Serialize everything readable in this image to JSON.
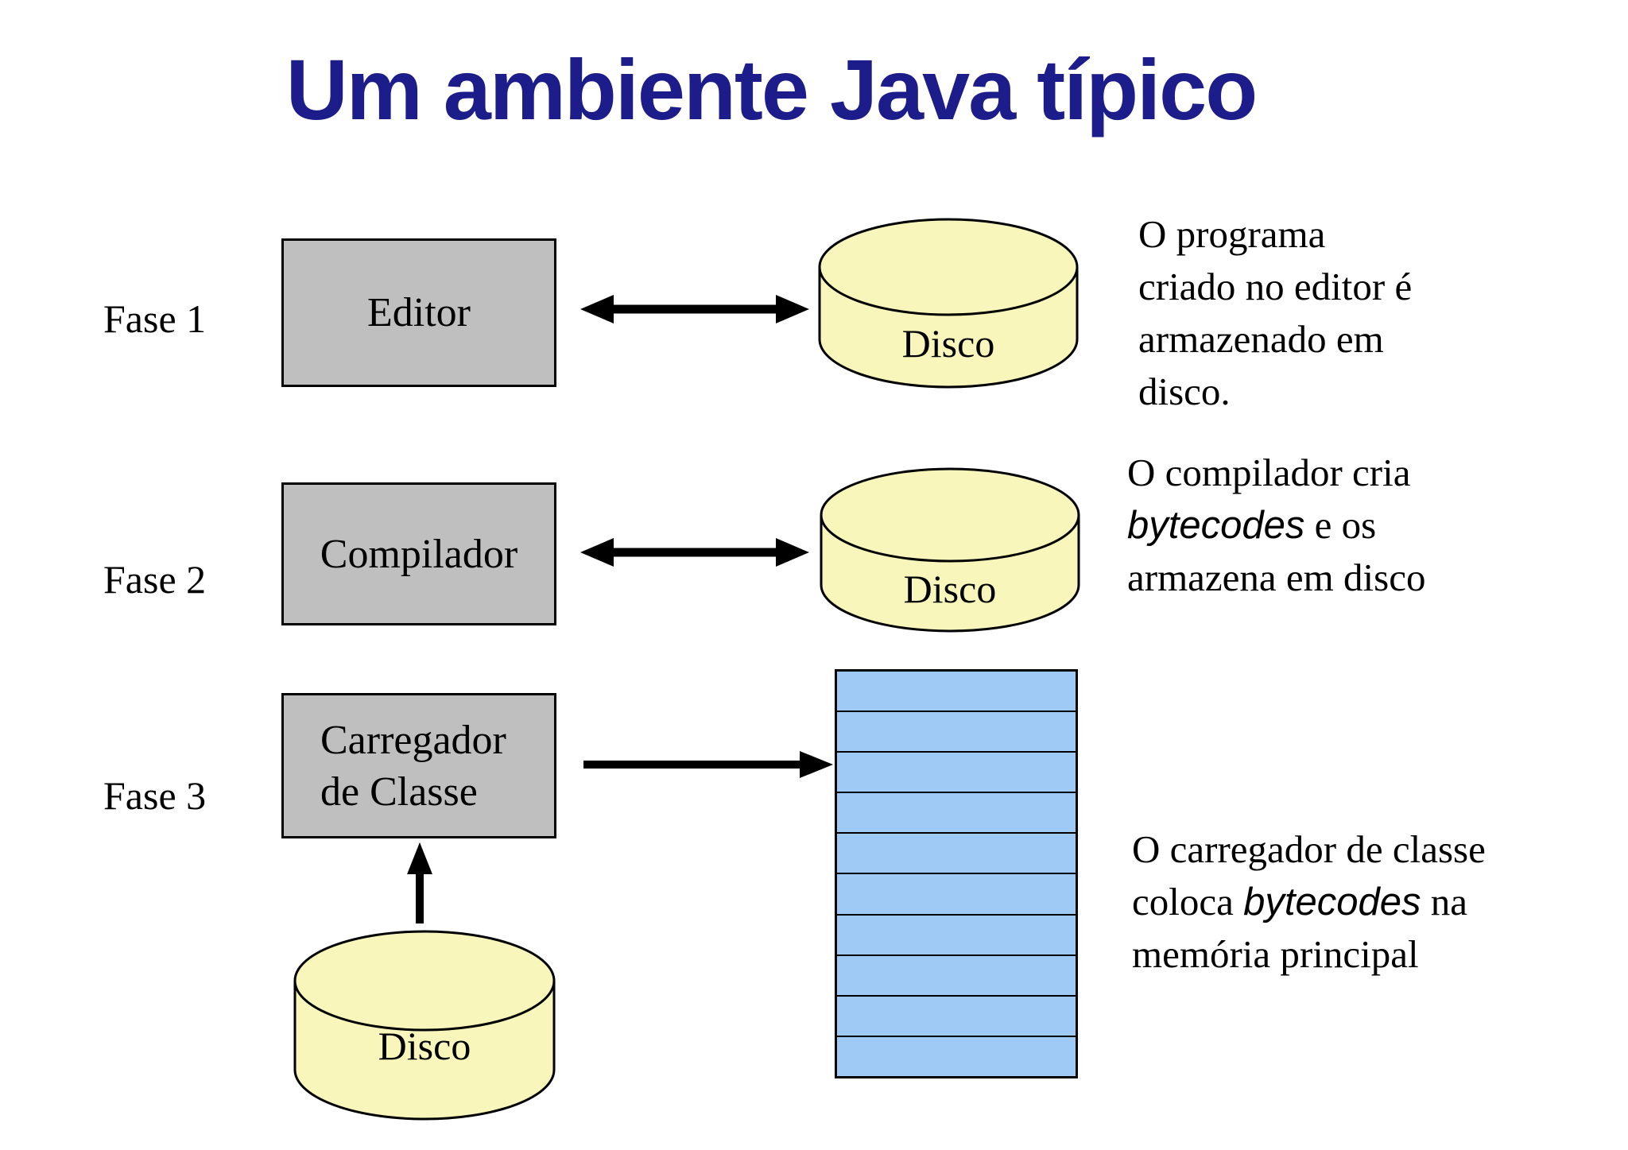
{
  "title": "Um ambiente Java típico",
  "colors": {
    "title_blue": "#1c1c8a",
    "box_gray": "#bfbfbf",
    "disk_yellow": "#f8f6ba",
    "memory_blue": "#9fcaf6",
    "line_black": "#000000"
  },
  "phases": [
    {
      "label": "Fase 1",
      "component": "Editor",
      "storage": "Disco",
      "arrow": "double",
      "description": {
        "before": "O programa\ncriado no editor é\narmazenado em\ndisco.",
        "italic": "",
        "after": ""
      }
    },
    {
      "label": "Fase 2",
      "component": "Compilador",
      "storage": "Disco",
      "arrow": "double",
      "description": {
        "before": "O compilador cria\n",
        "italic": "bytecodes",
        "after": " e os\narmazena em disco"
      }
    },
    {
      "label": "Fase 3",
      "component": "Carregador de Classe",
      "storage": "Disco",
      "arrow": "single",
      "description": {
        "before": "O carregador de classe\ncoloca ",
        "italic": "bytecodes",
        "after": " na\nmemória principal"
      }
    }
  ],
  "memory": {
    "rows": 10
  }
}
